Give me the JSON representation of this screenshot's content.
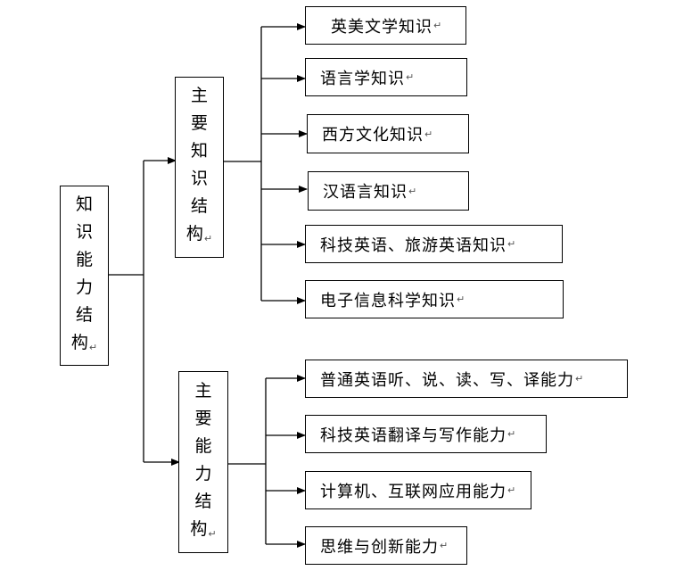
{
  "root": {
    "label": "知识能力结构"
  },
  "branches": [
    {
      "label": "主要知识结构",
      "children": [
        "英美文学知识",
        "语言学知识",
        "西方文化知识",
        "汉语言知识",
        "科技英语、旅游英语知识",
        "电子信息科学知识"
      ]
    },
    {
      "label": "主要能力结构",
      "children": [
        "普通英语听、说、读、写、译能力",
        "科技英语翻译与写作能力",
        "计算机、互联网应用能力",
        "思维与创新能力"
      ]
    }
  ]
}
